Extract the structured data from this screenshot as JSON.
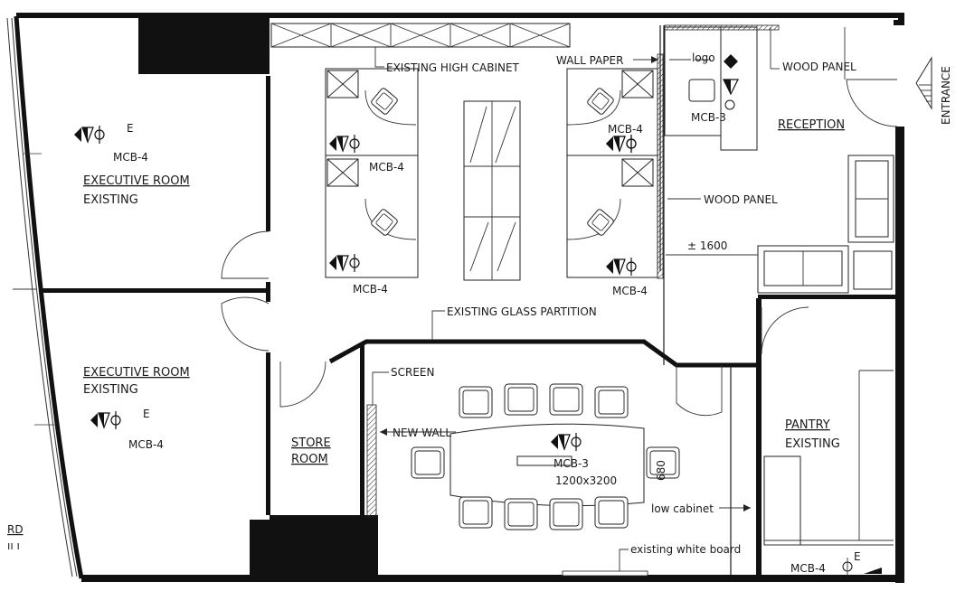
{
  "rooms": {
    "exec1_name": "EXECUTIVE ROOM",
    "exec1_status": "EXISTING",
    "exec2_name": "EXECUTIVE ROOM",
    "exec2_status": "EXISTING",
    "store_line1": "STORE",
    "store_line2": "ROOM",
    "reception": "RECEPTION",
    "pantry_name": "PANTRY",
    "pantry_status": "EXISTING"
  },
  "labels": {
    "high_cabinet": "EXISTING HIGH CABINET",
    "wall_paper": "WALL PAPER",
    "logo": "logo",
    "wood_panel_top": "WOOD PANEL",
    "wood_panel_mid": "WOOD PANEL",
    "entrance": "ENTRANCE",
    "glass_partition": "EXISTING GLASS PARTITION",
    "screen": "SCREEN",
    "new_wall": "NEW WALL",
    "low_cabinet": "low cabinet",
    "white_board": "existing white board",
    "dim_1600": "± 1600",
    "table_size": "1200x3200",
    "dim_680": "680",
    "corner_rd": "RD",
    "corner_marks": "ıı ı",
    "superscript_e": "E"
  },
  "tags": {
    "mcb4": "MCB-4",
    "mcb3": "MCB-3"
  }
}
